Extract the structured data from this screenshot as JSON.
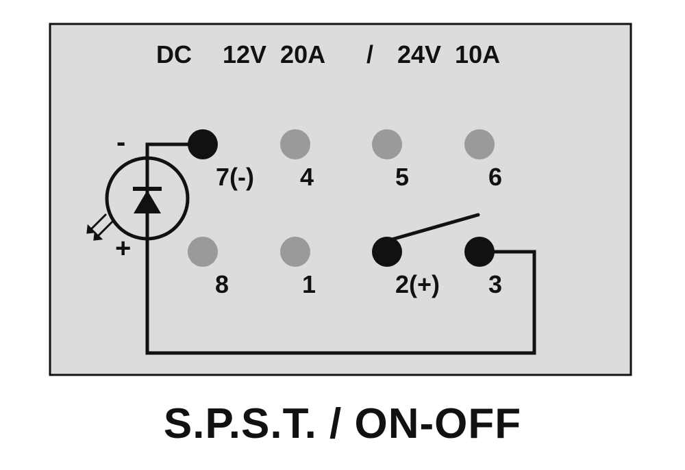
{
  "rating": {
    "type": "DC",
    "option1": "12V  20A",
    "separator": "/",
    "option2": "24V  10A"
  },
  "pins": {
    "p7": "7(-)",
    "p4": "4",
    "p5": "5",
    "p6": "6",
    "p8": "8",
    "p1": "1",
    "p2": "2(+)",
    "p3": "3"
  },
  "led": {
    "minus": "-",
    "plus": "+"
  },
  "footer": {
    "title": "S.P.S.T. / ON-OFF"
  },
  "colors": {
    "panel": "#dcdcdc",
    "line": "#111111",
    "pin_active": "#111111",
    "pin_inactive": "#9a9a9a"
  }
}
